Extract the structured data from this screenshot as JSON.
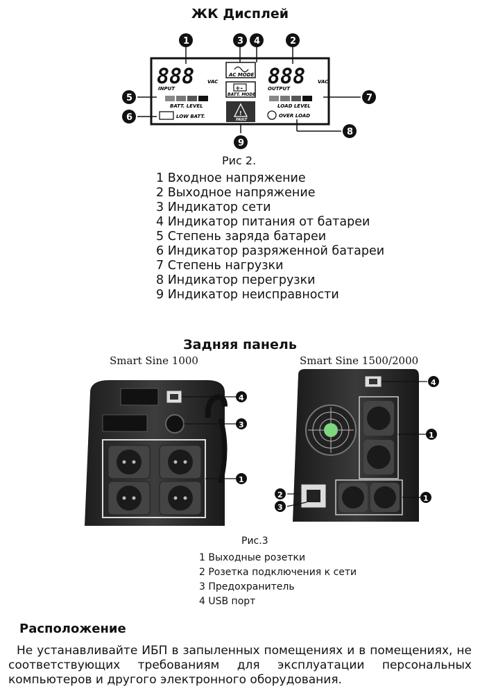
{
  "lcd_section": {
    "title": "ЖК Дисплей",
    "caption": "Рис 2.",
    "display": {
      "input_digits": "888",
      "output_digits": "888",
      "vac": "VAC",
      "input": "INPUT",
      "output": "OUTPUT",
      "ac_mode": "AC MODE",
      "batt_mode": "BATT. MODE",
      "batt_level": "BATT.  LEVEL",
      "load_level": "LOAD  LEVEL",
      "low_batt": "LOW BATT.",
      "over_load": "OVER LOAD",
      "fault": "FAULT"
    },
    "callouts": [
      "1",
      "2",
      "3",
      "4",
      "5",
      "6",
      "7",
      "8",
      "9"
    ],
    "legend": [
      "1 Входное напряжение",
      "2 Выходное напряжение",
      "3 Индикатор сети",
      "4 Индикатор питания от батареи",
      "5 Степень заряда батареи",
      "6 Индикатор разряженной батареи",
      "7 Степень нагрузки",
      "8 Индикатор перегрузки",
      "9 Индикатор неисправности"
    ]
  },
  "rear_section": {
    "title": "Задняя панель",
    "model_left": "Smart Sine 1000",
    "model_right": "Smart Sine 1500/2000",
    "left_callouts": [
      "4",
      "3",
      "1"
    ],
    "right_callouts": [
      "4",
      "1",
      "2",
      "3",
      "1"
    ],
    "caption": "Рис.3",
    "legend": [
      "1 Выходные розетки",
      "2 Розетка подключения к сети",
      "3 Предохранитель",
      "4 USB порт"
    ]
  },
  "placement": {
    "heading": "Расположение",
    "text": "Не устанавливайте ИБП в запыленных помещениях и в помещениях, не соответствующих требованиям для эксплуатации персональных компьютеров и другого электронного оборудования."
  }
}
